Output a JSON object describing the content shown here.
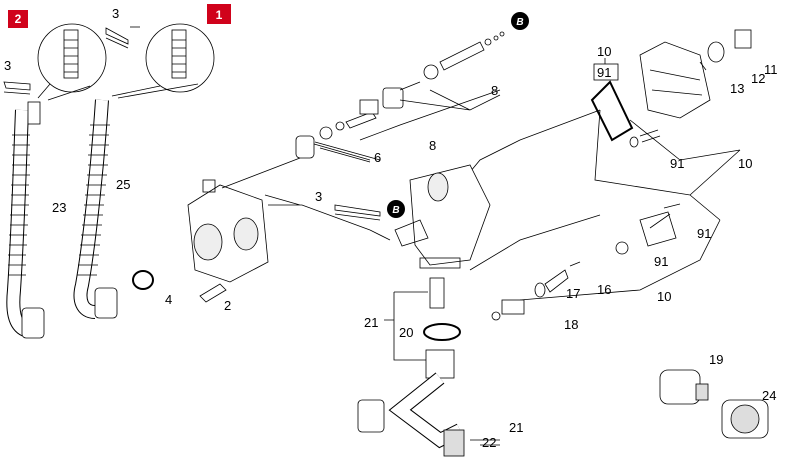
{
  "badges": {
    "kit_1": "1",
    "kit_2": "2",
    "ref_b": "B"
  },
  "callouts": {
    "c2": "2",
    "c3_top": "3",
    "c3_left": "3",
    "c3_mid": "3",
    "c4": "4",
    "c6": "6",
    "c8_top": "8",
    "c8_mid": "8",
    "c10_top": "10",
    "c10_right": "10",
    "c10_mid": "10",
    "c11": "11",
    "c12": "12",
    "c13": "13",
    "c16": "16",
    "c17": "17",
    "c18": "18",
    "c19": "19",
    "c20": "20",
    "c21_left": "21",
    "c21_bottom": "21",
    "c22": "22",
    "c23": "23",
    "c24": "24",
    "c25": "25",
    "c91_boxed": "91",
    "c91_a": "91",
    "c91_b": "91",
    "c91_c": "91"
  },
  "colors": {
    "badge_red": "#d0021b",
    "line": "#000000",
    "fill": "#ffffff",
    "shade": "#d9d9d9"
  }
}
